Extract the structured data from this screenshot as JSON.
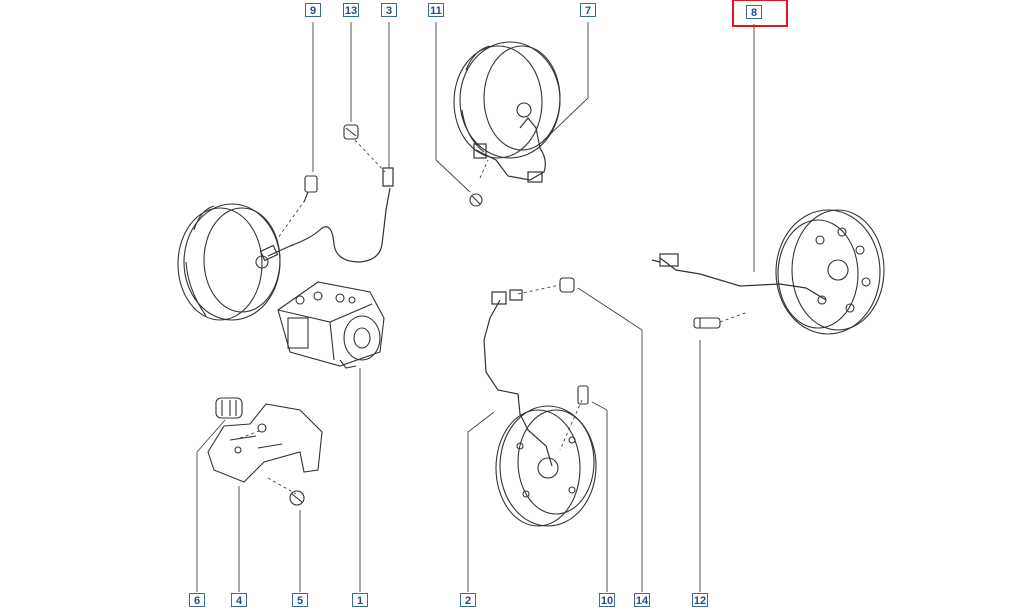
{
  "callouts": {
    "c9": "9",
    "c13": "13",
    "c3": "3",
    "c11": "11",
    "c7": "7",
    "c8": "8",
    "c6": "6",
    "c4": "4",
    "c5": "5",
    "c1": "1",
    "c2": "2",
    "c10": "10",
    "c14": "14",
    "c12": "12"
  },
  "highlighted_part": "8",
  "colors": {
    "highlight": "#e0161b",
    "callout_border": "#3a6aa0",
    "callout_text": "#1f4e89",
    "line_art": "#333333"
  }
}
